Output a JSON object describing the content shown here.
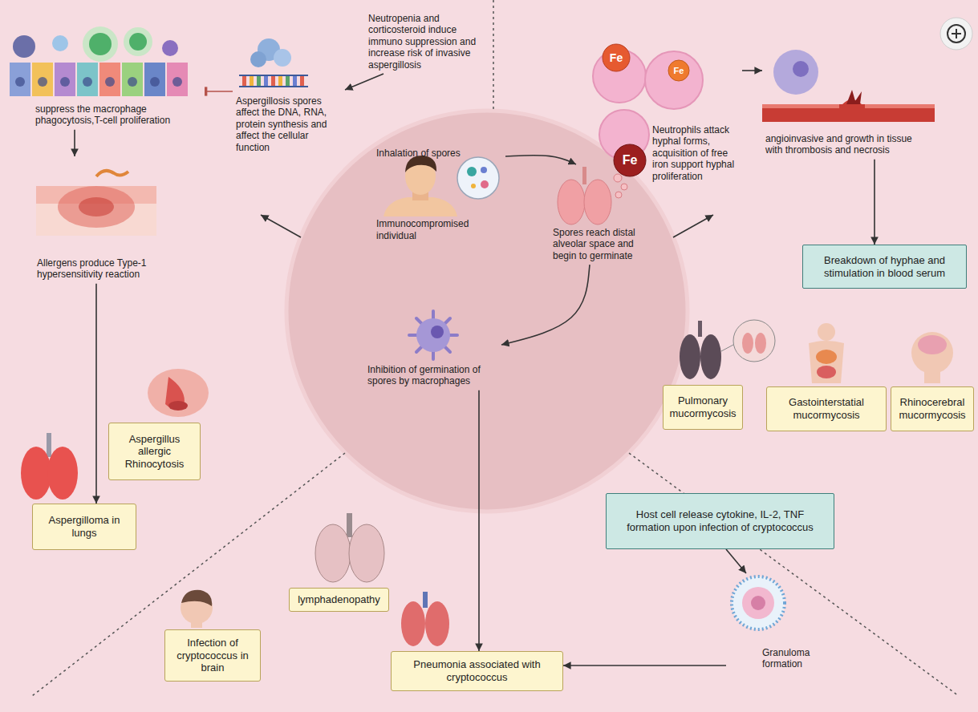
{
  "diagram": {
    "nodes": [
      {
        "text": [
          "Neutropenia and corticosteroid induce immuno suppression and increase risk of invasive aspergillosis"
        ]
      },
      {
        "text": [
          "Aspergillosis spores affect the DNA, RNA, protein synthesis and affect the cellular function"
        ]
      },
      {
        "text": [
          "suppress the macrophage phagocytosis,T-cell proliferation"
        ]
      },
      {
        "text": [
          "Allergens produce Type-1 hypersensitivity reaction"
        ]
      },
      {
        "text": [
          "Aspergillus allergic Rhinocytosis"
        ]
      },
      {
        "text": [
          "Aspergilloma in lungs"
        ]
      },
      {
        "text": [
          "Inhalation of spores",
          "Immunocompromised individual"
        ]
      },
      {
        "text": [
          "Spores reach distal alveolar space and begin to germinate"
        ]
      },
      {
        "text": [
          "Inhibition of germination of spores by macrophages"
        ]
      },
      {
        "text": [
          "Neutrophils attack hyphal forms, acquisition of free iron support hyphal proliferation"
        ]
      },
      {
        "text": [
          "angioinvasive and growth in tissue with thrombosis and necrosis"
        ]
      },
      {
        "text": [
          "Breakdown of hyphae and stimulation in blood serum"
        ]
      },
      {
        "text": [
          "Pulmonary mucormycosis"
        ]
      },
      {
        "text": [
          "Gastointerstatial mucormycosis"
        ]
      },
      {
        "text": [
          "Rhinocerebral mucormycosis"
        ]
      },
      {
        "text": [
          "Host cell release cytokine, IL-2, TNF formation upon infection of cryptococcus"
        ]
      },
      {
        "text": [
          "Granuloma formation"
        ]
      },
      {
        "text": [
          "Pneumonia associated with cryptococcus"
        ]
      },
      {
        "text": [
          "lymphadenopathy"
        ]
      },
      {
        "text": [
          "Infection of cryptococcus in brain"
        ]
      }
    ],
    "edges": [
      {
        "from": 0,
        "to": 1,
        "arrow": "to"
      },
      {
        "from": 1,
        "to": 2,
        "arrow": "to"
      },
      {
        "from": 2,
        "to": 3,
        "arrow": "to"
      },
      {
        "from": 3,
        "to": 5,
        "arrow": "to"
      },
      {
        "from": 6,
        "to": 7,
        "arrow": "to"
      },
      {
        "from": 7,
        "to": 8,
        "arrow": "to"
      },
      {
        "from": 8,
        "to": 17,
        "arrow": "to"
      },
      {
        "from": 9,
        "to": 10,
        "arrow": "to"
      },
      {
        "from": 10,
        "to": 11,
        "arrow": "to"
      },
      {
        "from": 15,
        "to": 16,
        "arrow": "to"
      },
      {
        "from": 16,
        "to": 17,
        "arrow": "to"
      }
    ],
    "labels": [
      "Fe",
      "Fe",
      "Fe"
    ]
  }
}
